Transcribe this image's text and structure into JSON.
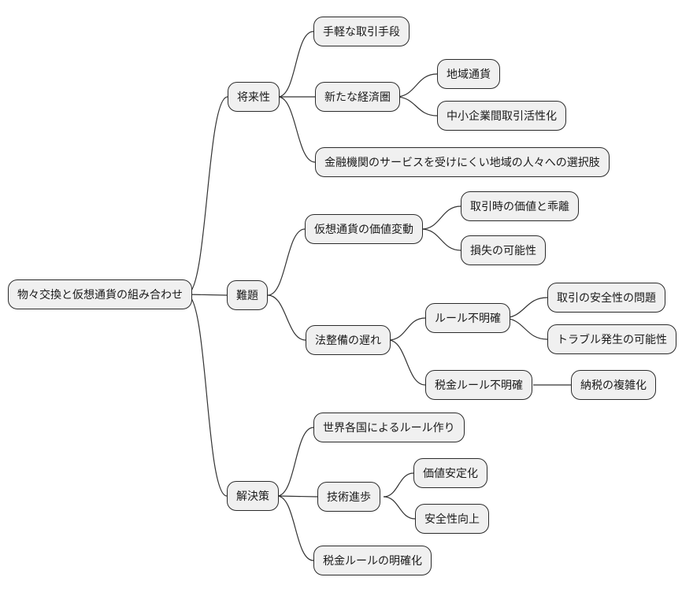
{
  "diagram": {
    "type": "mindmap",
    "direction": "left-to-right",
    "colors": {
      "background": "#ffffff",
      "node_fill": "#f0f0f0",
      "node_border": "#2b2b2b",
      "edge_color": "#333333",
      "text_color": "#1a1a1a"
    },
    "nodes": {
      "root": {
        "label": "物々交換と仮想通貨の組み合わせ"
      },
      "future": {
        "label": "将来性"
      },
      "easy_trading": {
        "label": "手軽な取引手段"
      },
      "new_economy": {
        "label": "新たな経済圏"
      },
      "local_currency": {
        "label": "地域通貨"
      },
      "sme_trading": {
        "label": "中小企業間取引活性化"
      },
      "financial_access": {
        "label": "金融機関のサービスを受けにくい地域の人々への選択肢"
      },
      "challenges": {
        "label": "難題"
      },
      "value_volatility": {
        "label": "仮想通貨の価値変動"
      },
      "value_divergence": {
        "label": "取引時の価値と乖離"
      },
      "loss_possibility": {
        "label": "損失の可能性"
      },
      "legal_delay": {
        "label": "法整備の遅れ"
      },
      "unclear_rules": {
        "label": "ルール不明確"
      },
      "safety_issue": {
        "label": "取引の安全性の問題"
      },
      "trouble_possibility": {
        "label": "トラブル発生の可能性"
      },
      "unclear_tax_rules": {
        "label": "税金ルール不明確"
      },
      "tax_complexity": {
        "label": "納税の複雑化"
      },
      "solutions": {
        "label": "解決策"
      },
      "global_rules": {
        "label": "世界各国によるルール作り"
      },
      "tech_progress": {
        "label": "技術進歩"
      },
      "value_stabilization": {
        "label": "価値安定化"
      },
      "security_improvement": {
        "label": "安全性向上"
      },
      "tax_clarification": {
        "label": "税金ルールの明確化"
      }
    },
    "hierarchy": {
      "root": [
        "future",
        "challenges",
        "solutions"
      ],
      "future": [
        "easy_trading",
        "new_economy",
        "financial_access"
      ],
      "new_economy": [
        "local_currency",
        "sme_trading"
      ],
      "challenges": [
        "value_volatility",
        "legal_delay"
      ],
      "value_volatility": [
        "value_divergence",
        "loss_possibility"
      ],
      "legal_delay": [
        "unclear_rules",
        "unclear_tax_rules"
      ],
      "unclear_rules": [
        "safety_issue",
        "trouble_possibility"
      ],
      "unclear_tax_rules": [
        "tax_complexity"
      ],
      "solutions": [
        "global_rules",
        "tech_progress",
        "tax_clarification"
      ],
      "tech_progress": [
        "value_stabilization",
        "security_improvement"
      ]
    }
  }
}
